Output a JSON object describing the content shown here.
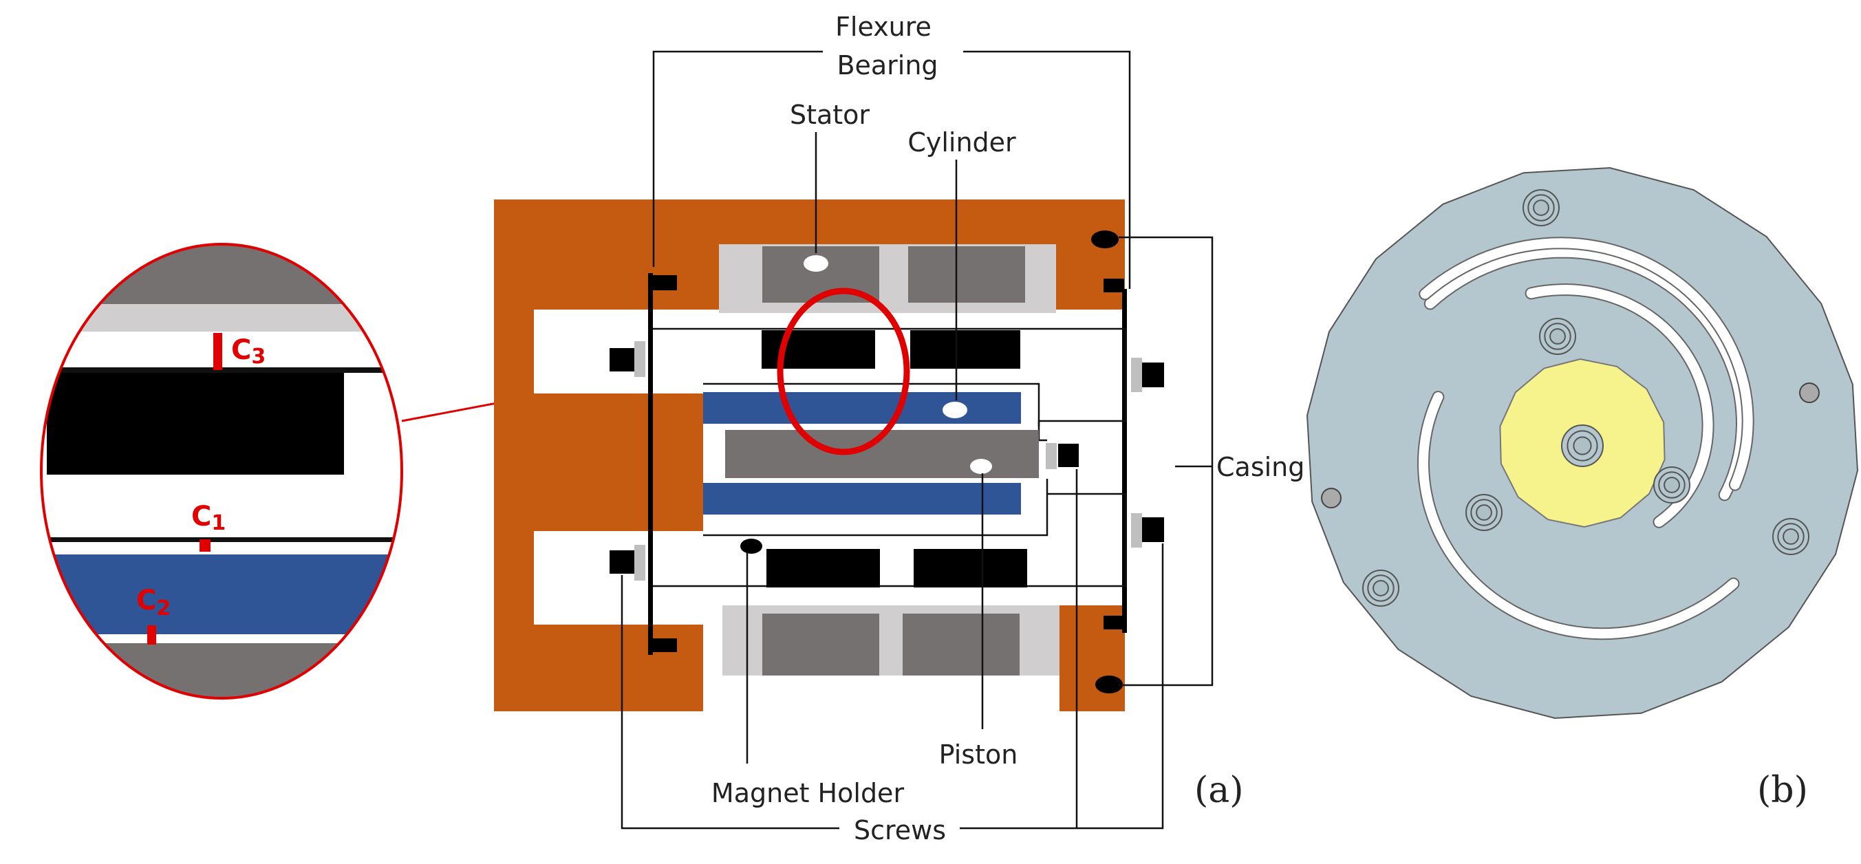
{
  "labels": {
    "flexure_line1": "Flexure",
    "flexure_line2": "Bearing",
    "stator": "Stator",
    "cylinder": "Cylinder",
    "casing": "Casing",
    "piston": "Piston",
    "magnet_holder": "Magnet Holder",
    "screws": "Screws"
  },
  "clearances": {
    "c1": {
      "letter": "C",
      "index": "1"
    },
    "c2": {
      "letter": "C",
      "index": "2"
    },
    "c3": {
      "letter": "C",
      "index": "3"
    }
  },
  "panels": {
    "a": "(a)",
    "b": "(b)"
  },
  "colors": {
    "casing": "#c55a11",
    "stator_core": "#737070",
    "stator_shell": "#d0cece",
    "magnet": "#000000",
    "cylinder": "#2f5597",
    "piston": "#767171",
    "highlight": "#e00000",
    "flexure_disc": "#b4c7cf",
    "flexure_hub": "#f7f38c"
  }
}
